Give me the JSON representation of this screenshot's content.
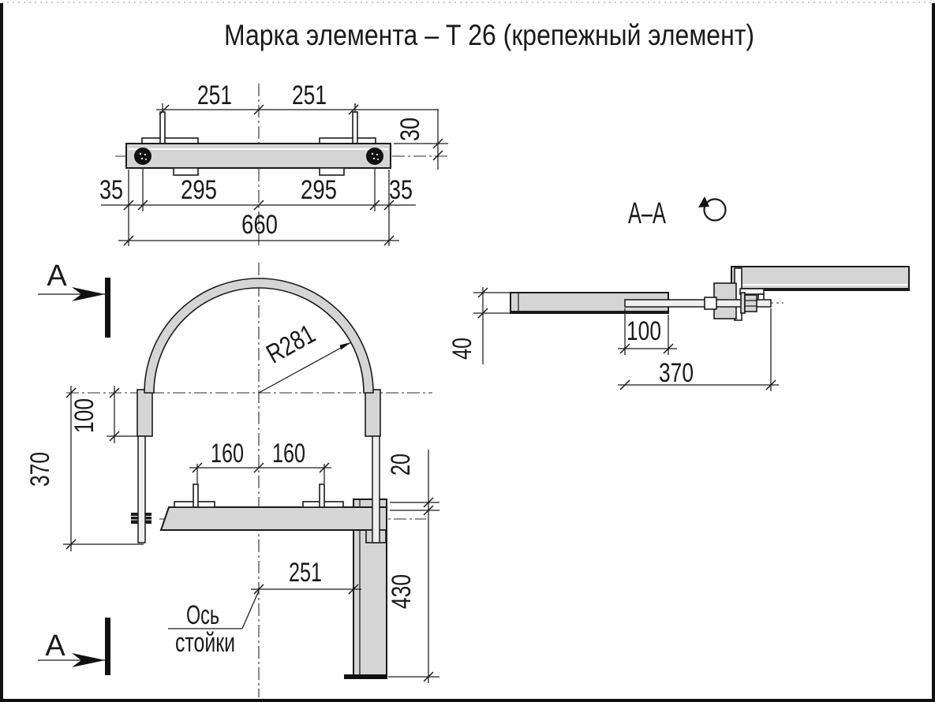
{
  "title": "Марка элемента – Т 26 (крепежный элемент)",
  "colors": {
    "steel": "#d5d5d5",
    "line": "#1a1a1a"
  },
  "section_marker": {
    "letter": "А"
  },
  "top_view": {
    "dim_251_left": "251",
    "dim_251_right": "251",
    "dim_30": "30",
    "dim_35_left": "35",
    "dim_295_left": "295",
    "dim_295_right": "295",
    "dim_35_right": "35",
    "dim_660": "660"
  },
  "front_view": {
    "radius_label": "R281",
    "dim_100": "100",
    "dim_370": "370",
    "dim_160_left": "160",
    "dim_160_right": "160",
    "dim_20": "20",
    "dim_430": "430",
    "dim_251": "251",
    "axis_label_line1": "Ось",
    "axis_label_line2": "стойки"
  },
  "section_view": {
    "title": "А–А",
    "dim_40": "40",
    "dim_100": "100",
    "dim_370": "370"
  }
}
